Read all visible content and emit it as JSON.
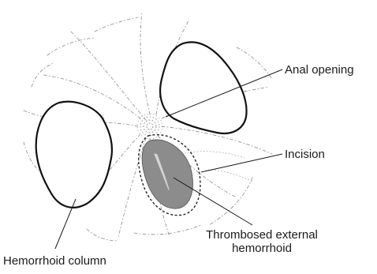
{
  "labels": {
    "anal_opening": "Anal opening",
    "incision": "Incision",
    "thrombosed_line1": "Thrombosed external",
    "thrombosed_line2": "hemorrhoid",
    "hemorrhoid_column": "Hemorrhoid column"
  },
  "colors": {
    "outline": "#111111",
    "sketch": "#8a8a8a",
    "thrombus_fill": "#8c8c8c",
    "thrombus_highlight": "#d4d4d4"
  }
}
